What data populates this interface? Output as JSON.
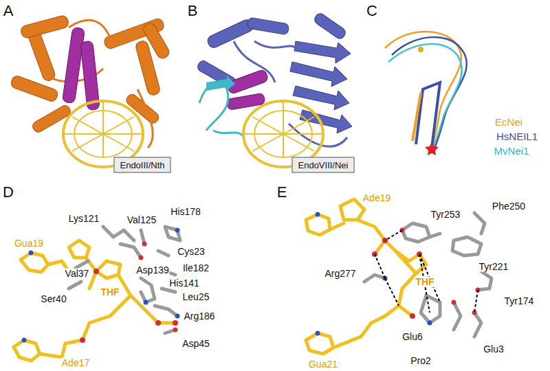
{
  "diagram": {
    "nodes": [
      {
        "text": [
          "EndoIII/Nth"
        ]
      },
      {
        "text": [
          "EndoVIII/Nei"
        ]
      }
    ],
    "edges": [],
    "labels": [
      "A",
      "B",
      "C",
      "EcNei",
      "HsNEIL1",
      "MvNei1",
      "D",
      "Lys121",
      "Val125",
      "His178",
      "Gua19",
      "Val37",
      "Asp139",
      "Cys23",
      "THF",
      "Ser40",
      "His141",
      "Ile182",
      "Leu25",
      "Arg186",
      "Asp45",
      "Ade17",
      "E",
      "Ade19",
      "Tyr253",
      "Phe250",
      "Tyr221",
      "Arg277",
      "THF",
      "Tyr174",
      "Gua21",
      "Pro2",
      "Glu6",
      "Glu3"
    ]
  }
}
